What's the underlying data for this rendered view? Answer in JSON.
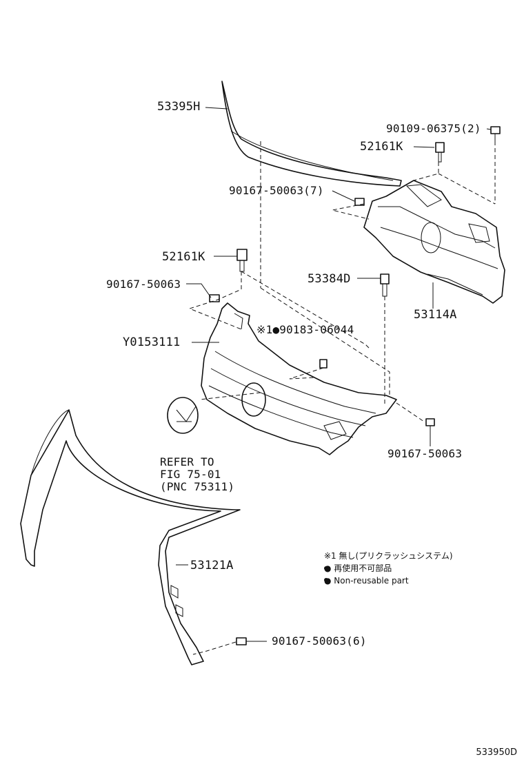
{
  "labels": {
    "p53395H": "53395H",
    "p90109": "90109-06375(2)",
    "p52161K_top": "52161K",
    "p90167_7": "90167-50063(7)",
    "p52161K_mid": "52161K",
    "p90167_left": "90167-50063",
    "p53384D": "53384D",
    "p53114A": "53114A",
    "p90183": "※1●90183-06044",
    "pY01": "Y0153111",
    "refer_line1": "REFER TO",
    "refer_line2": "FIG 75-01",
    "refer_line3": "(PNC 75311)",
    "p90167_right": "90167-50063",
    "p53121A": "53121A",
    "p90167_6": "90167-50063(6)"
  },
  "notes": {
    "note1": "※1 無し(プリクラッシュシステム)",
    "note2": "● 再使用不可部品",
    "note3": "● Non-reusable part"
  },
  "diagram_code": "533950D"
}
